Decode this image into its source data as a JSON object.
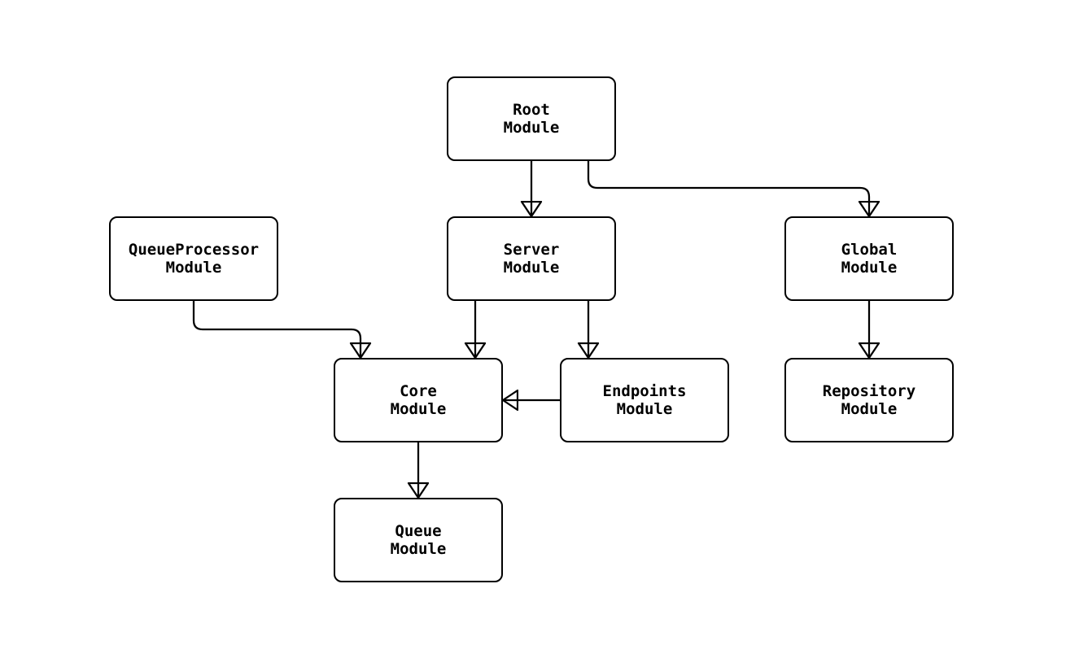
{
  "diagram": {
    "type": "flowchart",
    "direction": "top-down",
    "background_color": "#ffffff",
    "node_fill_color": "#ffffff",
    "node_border_color": "#000000",
    "edge_color": "#000000",
    "text_color": "#000000",
    "nodes": [
      {
        "id": "root",
        "lines": [
          "Root",
          "Module"
        ]
      },
      {
        "id": "server",
        "lines": [
          "Server",
          "Module"
        ]
      },
      {
        "id": "global",
        "lines": [
          "Global",
          "Module"
        ]
      },
      {
        "id": "queueprocessor",
        "lines": [
          "QueueProcessor",
          "Module"
        ]
      },
      {
        "id": "core",
        "lines": [
          "Core",
          "Module"
        ]
      },
      {
        "id": "endpoints",
        "lines": [
          "Endpoints",
          "Module"
        ]
      },
      {
        "id": "repository",
        "lines": [
          "Repository",
          "Module"
        ]
      },
      {
        "id": "queue",
        "lines": [
          "Queue",
          "Module"
        ]
      }
    ],
    "edges": [
      {
        "from": "root",
        "to": "server"
      },
      {
        "from": "root",
        "to": "global"
      },
      {
        "from": "queueprocessor",
        "to": "core"
      },
      {
        "from": "server",
        "to": "core"
      },
      {
        "from": "server",
        "to": "endpoints"
      },
      {
        "from": "endpoints",
        "to": "core"
      },
      {
        "from": "global",
        "to": "repository"
      },
      {
        "from": "core",
        "to": "queue"
      }
    ]
  }
}
